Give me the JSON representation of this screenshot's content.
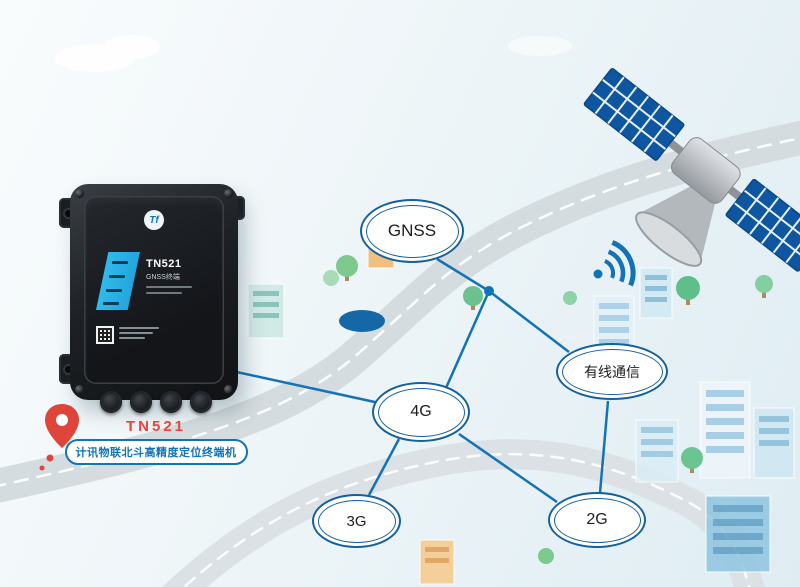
{
  "product": {
    "model": "TN521",
    "caption": "计讯物联北斗高精度定位终端机",
    "device_label_model": "TN521",
    "device_label_sub": "GNSS终端",
    "logo_text": "Tf"
  },
  "nodes": [
    {
      "id": "gnss",
      "label": "GNSS"
    },
    {
      "id": "wired",
      "label": "有线通信"
    },
    {
      "id": "g4",
      "label": "4G"
    },
    {
      "id": "g3",
      "label": "3G"
    },
    {
      "id": "g2",
      "label": "2G"
    }
  ],
  "connections": [
    {
      "from": "device",
      "to": "4G"
    },
    {
      "from": "GNSS",
      "to": "junction-dot"
    },
    {
      "from": "junction-dot",
      "to": "有线通信"
    },
    {
      "from": "junction-dot",
      "to": "4G"
    },
    {
      "from": "4G",
      "to": "3G"
    },
    {
      "from": "4G",
      "to": "2G"
    },
    {
      "from": "有线通信",
      "to": "2G"
    }
  ],
  "scene": {
    "satellite": "communication-satellite",
    "signal_waves": "wireless-signal-arcs",
    "map": "city-road-map-illustration",
    "location_pin": "red-map-pin"
  },
  "colors": {
    "line_blue": "#1273b8",
    "node_ring_blue": "#15619e",
    "model_red": "#e8433c",
    "device_stripe_cyan": "#29b2e6",
    "satellite_panel_blue": "#0e57a0",
    "pond_blue": "#1568a8"
  }
}
